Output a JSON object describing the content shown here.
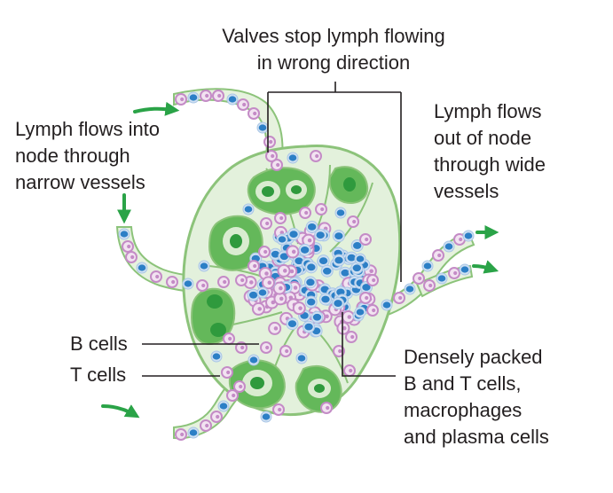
{
  "labels": {
    "valves": [
      "Valves stop lymph flowing",
      "in wrong direction"
    ],
    "flow_in": [
      "Lymph flows into",
      "node through",
      "narrow vessels"
    ],
    "flow_out": [
      "Lymph flows",
      "out of node",
      "through wide",
      "vessels"
    ],
    "b_cells": "B cells",
    "t_cells": "T cells",
    "dense": [
      "Densely packed",
      "B and T cells,",
      "macrophages",
      "and plasma cells"
    ]
  },
  "colors": {
    "capsule_fill": "#e3f1dc",
    "capsule_stroke": "#8cc37a",
    "follicle": "#64b85a",
    "follicle_dark": "#2f9a3d",
    "arrow": "#2aa347",
    "b_cell": "#2c7fc6",
    "t_cell": "#c48bc6",
    "t_cell_fill": "#f2e3f1",
    "leader": "#231f20"
  },
  "icons": {
    "arrow": "flow-arrow-icon",
    "cell": "lymphocyte-icon"
  }
}
